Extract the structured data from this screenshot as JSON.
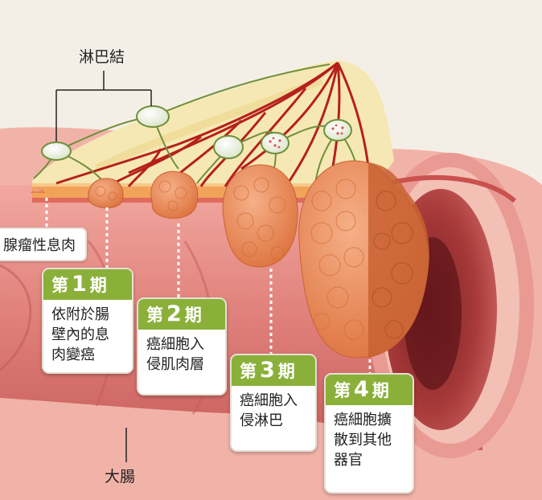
{
  "labels": {
    "lymph_nodes": "淋巴結",
    "polyp": "腺瘤性息肉",
    "colon": "大腸"
  },
  "stages": [
    {
      "prefix": "第",
      "number": "1",
      "suffix": "期",
      "lines": [
        "依附於腸",
        "壁內的息",
        "肉變癌"
      ]
    },
    {
      "prefix": "第",
      "number": "2",
      "suffix": "期",
      "lines": [
        "癌細胞入",
        "侵肌肉層"
      ]
    },
    {
      "prefix": "第",
      "number": "3",
      "suffix": "期",
      "lines": [
        "癌細胞入",
        "侵淋巴"
      ]
    },
    {
      "prefix": "第",
      "number": "4",
      "suffix": "期",
      "lines": [
        "癌細胞擴",
        "散到其他",
        "器官"
      ]
    }
  ],
  "colors": {
    "stage_header": "#8ab03a",
    "tumor": "#e88a55",
    "tumor_dark": "#c86232",
    "intestine": "#d9716f",
    "fat": "#f6e8b4",
    "vessel": "#b5201c",
    "lymph_vessel": "#6f8f3a"
  }
}
